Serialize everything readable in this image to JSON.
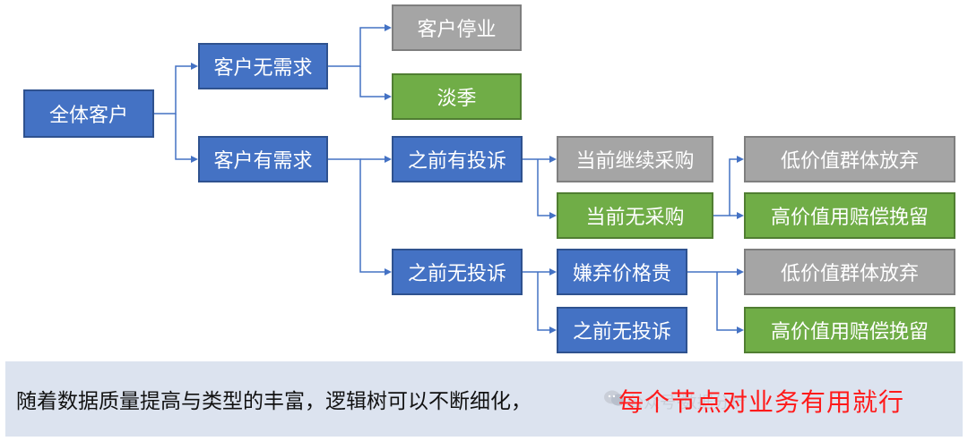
{
  "tree": {
    "root": "全体客户",
    "no_demand": "客户无需求",
    "customer_stopped": "客户停业",
    "off_season": "淡季",
    "has_demand": "客户有需求",
    "had_complaint": "之前有投诉",
    "no_complaint": "之前无投诉",
    "still_purchasing": "当前继续采购",
    "not_purchasing": "当前无采购",
    "low_value_abandon_1": "低价值群体放弃",
    "high_value_retain_1": "高价值用赔偿挽留",
    "price_too_high": "嫌弃价格贵",
    "no_complaint_leaf": "之前无投诉",
    "low_value_abandon_2": "低价值群体放弃",
    "high_value_retain_2": "高价值用赔偿挽留"
  },
  "colors": {
    "blue": "#4472c4",
    "gray": "#a5a5a5",
    "green": "#70ad47",
    "highlight_red": "#ff1a1a",
    "caption_bg": "#dce3ef"
  },
  "caption": {
    "text": "随着数据质量提高与类型的丰富，逻辑树可以不断细化，",
    "highlight": "每个节点对业务有用就行"
  },
  "watermark": {
    "icon": "wechat-icon",
    "text": "公众号·数据分析"
  }
}
